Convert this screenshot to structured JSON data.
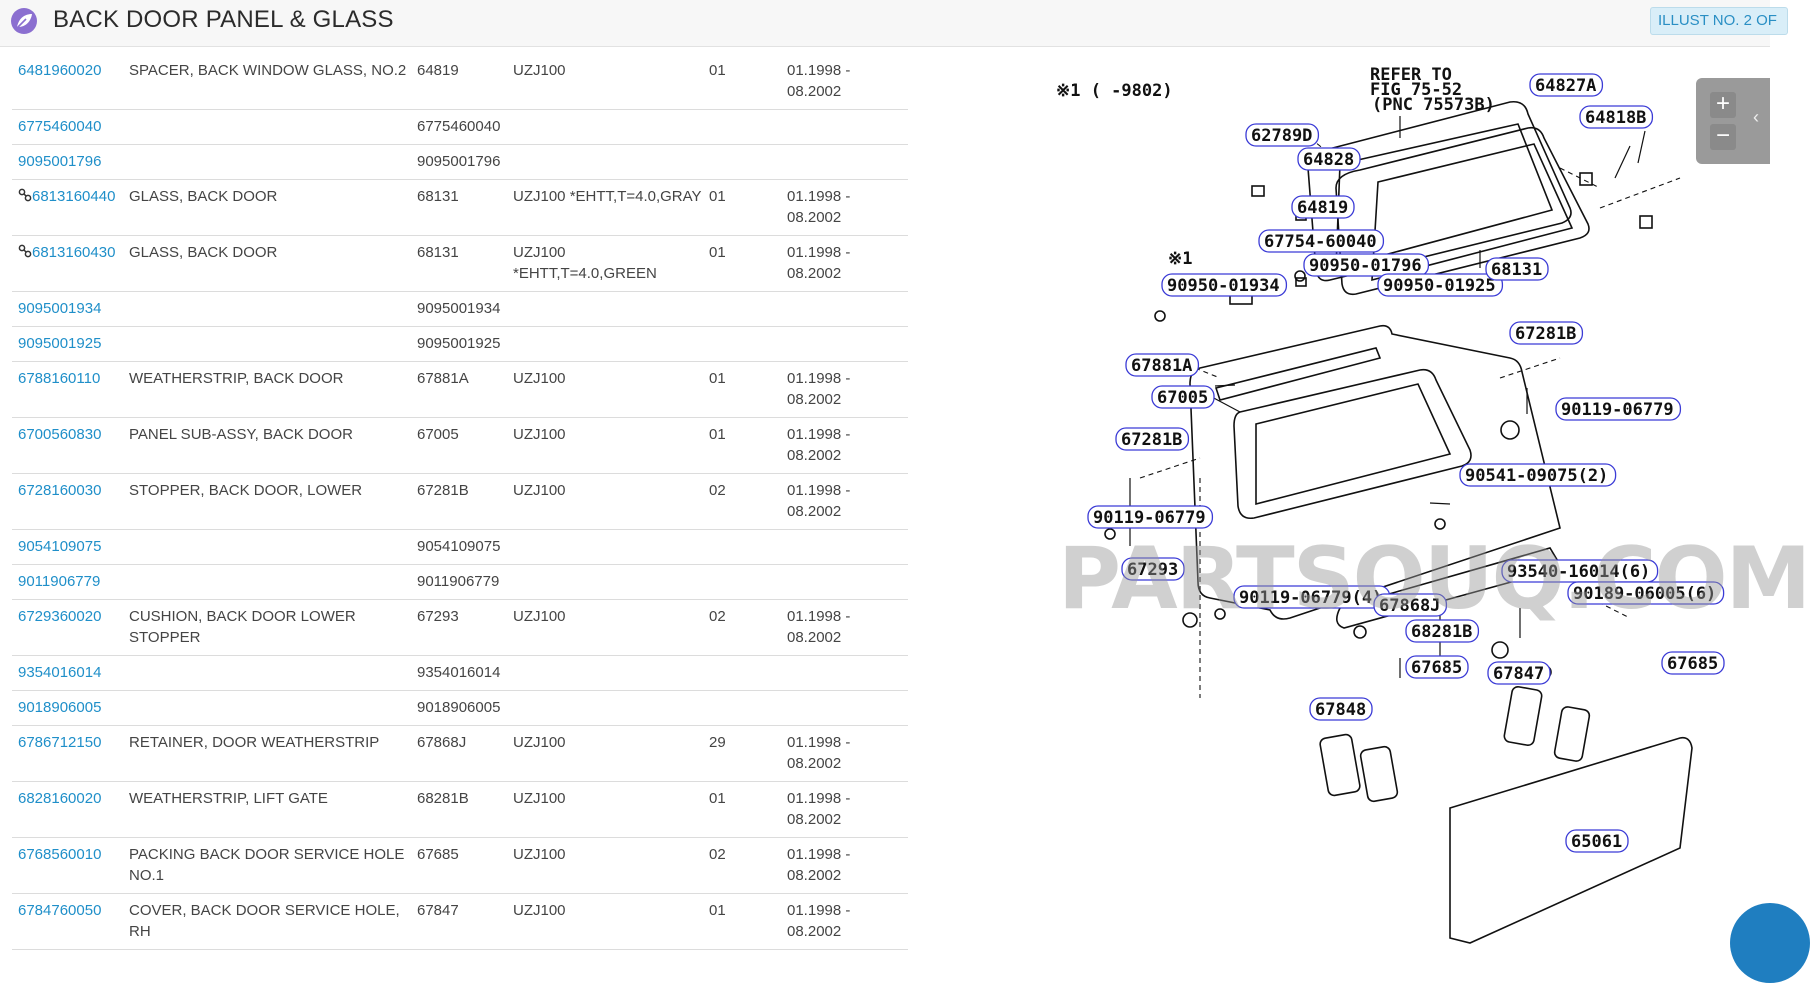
{
  "header": {
    "title": "BACK DOOR PANEL & GLASS",
    "illust_badge": "ILLUST NO. 2 OF"
  },
  "parts": [
    {
      "number": "6481960020",
      "name": "SPACER, BACK WINDOW GLASS, NO.2",
      "pnc": "64819",
      "model": "UZJ100",
      "qty": "01",
      "date": "01.1998 - 08.2002",
      "linked": false
    },
    {
      "number": "6775460040",
      "name": "",
      "pnc": "6775460040",
      "model": "",
      "qty": "",
      "date": "",
      "linked": false
    },
    {
      "number": "9095001796",
      "name": "",
      "pnc": "9095001796",
      "model": "",
      "qty": "",
      "date": "",
      "linked": false
    },
    {
      "number": "6813160440",
      "name": "GLASS, BACK DOOR",
      "pnc": "68131",
      "model": "UZJ100 *EHTT,T=4.0,GRAY",
      "qty": "01",
      "date": "01.1998 - 08.2002",
      "linked": true
    },
    {
      "number": "6813160430",
      "name": "GLASS, BACK DOOR",
      "pnc": "68131",
      "model": "UZJ100 *EHTT,T=4.0,GREEN",
      "qty": "01",
      "date": "01.1998 - 08.2002",
      "linked": true
    },
    {
      "number": "9095001934",
      "name": "",
      "pnc": "9095001934",
      "model": "",
      "qty": "",
      "date": "",
      "linked": false
    },
    {
      "number": "9095001925",
      "name": "",
      "pnc": "9095001925",
      "model": "",
      "qty": "",
      "date": "",
      "linked": false
    },
    {
      "number": "6788160110",
      "name": "WEATHERSTRIP, BACK DOOR",
      "pnc": "67881A",
      "model": "UZJ100",
      "qty": "01",
      "date": "01.1998 - 08.2002",
      "linked": false
    },
    {
      "number": "6700560830",
      "name": "PANEL SUB-ASSY, BACK DOOR",
      "pnc": "67005",
      "model": "UZJ100",
      "qty": "01",
      "date": "01.1998 - 08.2002",
      "linked": false
    },
    {
      "number": "6728160030",
      "name": "STOPPER, BACK DOOR, LOWER",
      "pnc": "67281B",
      "model": "UZJ100",
      "qty": "02",
      "date": "01.1998 - 08.2002",
      "linked": false
    },
    {
      "number": "9054109075",
      "name": "",
      "pnc": "9054109075",
      "model": "",
      "qty": "",
      "date": "",
      "linked": false
    },
    {
      "number": "9011906779",
      "name": "",
      "pnc": "9011906779",
      "model": "",
      "qty": "",
      "date": "",
      "linked": false
    },
    {
      "number": "6729360020",
      "name": "CUSHION, BACK DOOR LOWER STOPPER",
      "pnc": "67293",
      "model": "UZJ100",
      "qty": "02",
      "date": "01.1998 - 08.2002",
      "linked": false
    },
    {
      "number": "9354016014",
      "name": "",
      "pnc": "9354016014",
      "model": "",
      "qty": "",
      "date": "",
      "linked": false
    },
    {
      "number": "9018906005",
      "name": "",
      "pnc": "9018906005",
      "model": "",
      "qty": "",
      "date": "",
      "linked": false
    },
    {
      "number": "6786712150",
      "name": "RETAINER, DOOR WEATHERSTRIP",
      "pnc": "67868J",
      "model": "UZJ100",
      "qty": "29",
      "date": "01.1998 - 08.2002",
      "linked": false
    },
    {
      "number": "6828160020",
      "name": "WEATHERSTRIP, LIFT GATE",
      "pnc": "68281B",
      "model": "UZJ100",
      "qty": "01",
      "date": "01.1998 - 08.2002",
      "linked": false
    },
    {
      "number": "6768560010",
      "name": "PACKING BACK DOOR SERVICE HOLE NO.1",
      "pnc": "67685",
      "model": "UZJ100",
      "qty": "02",
      "date": "01.1998 - 08.2002",
      "linked": false
    },
    {
      "number": "6784760050",
      "name": "COVER, BACK DOOR SERVICE HOLE, RH",
      "pnc": "67847",
      "model": "UZJ100",
      "qty": "01",
      "date": "01.1998 - 08.2002",
      "linked": false
    }
  ],
  "diagram": {
    "refer_line1": "REFER TO",
    "refer_line2": "FIG 75-52",
    "refer_line3": "(PNC 75573B)",
    "note": "※1 ( -9802)",
    "note_mark": "※1",
    "callouts": [
      "64827A",
      "64818B",
      "62789D",
      "64828",
      "64819",
      "67754-60040",
      "90950-01796",
      "90950-01934",
      "90950-01925",
      "68131",
      "67281B",
      "67881A",
      "67005",
      "90119-06779",
      "67281B",
      "90541-09075(2)",
      "90119-06779",
      "67293",
      "90119-06779(4)",
      "93540-16014(6)",
      "90189-06005(6)",
      "67868J",
      "68281B",
      "67685",
      "67847",
      "67685",
      "67848",
      "65061"
    ],
    "watermark": "PARTSOUQ.COM"
  },
  "zoom": {
    "in_label": "+",
    "out_label": "−",
    "side_tab_label": "‹"
  },
  "colors": {
    "link": "#1f8fc9",
    "callout_border": "#3b3bd6",
    "badge_bg": "#d9eef8"
  }
}
